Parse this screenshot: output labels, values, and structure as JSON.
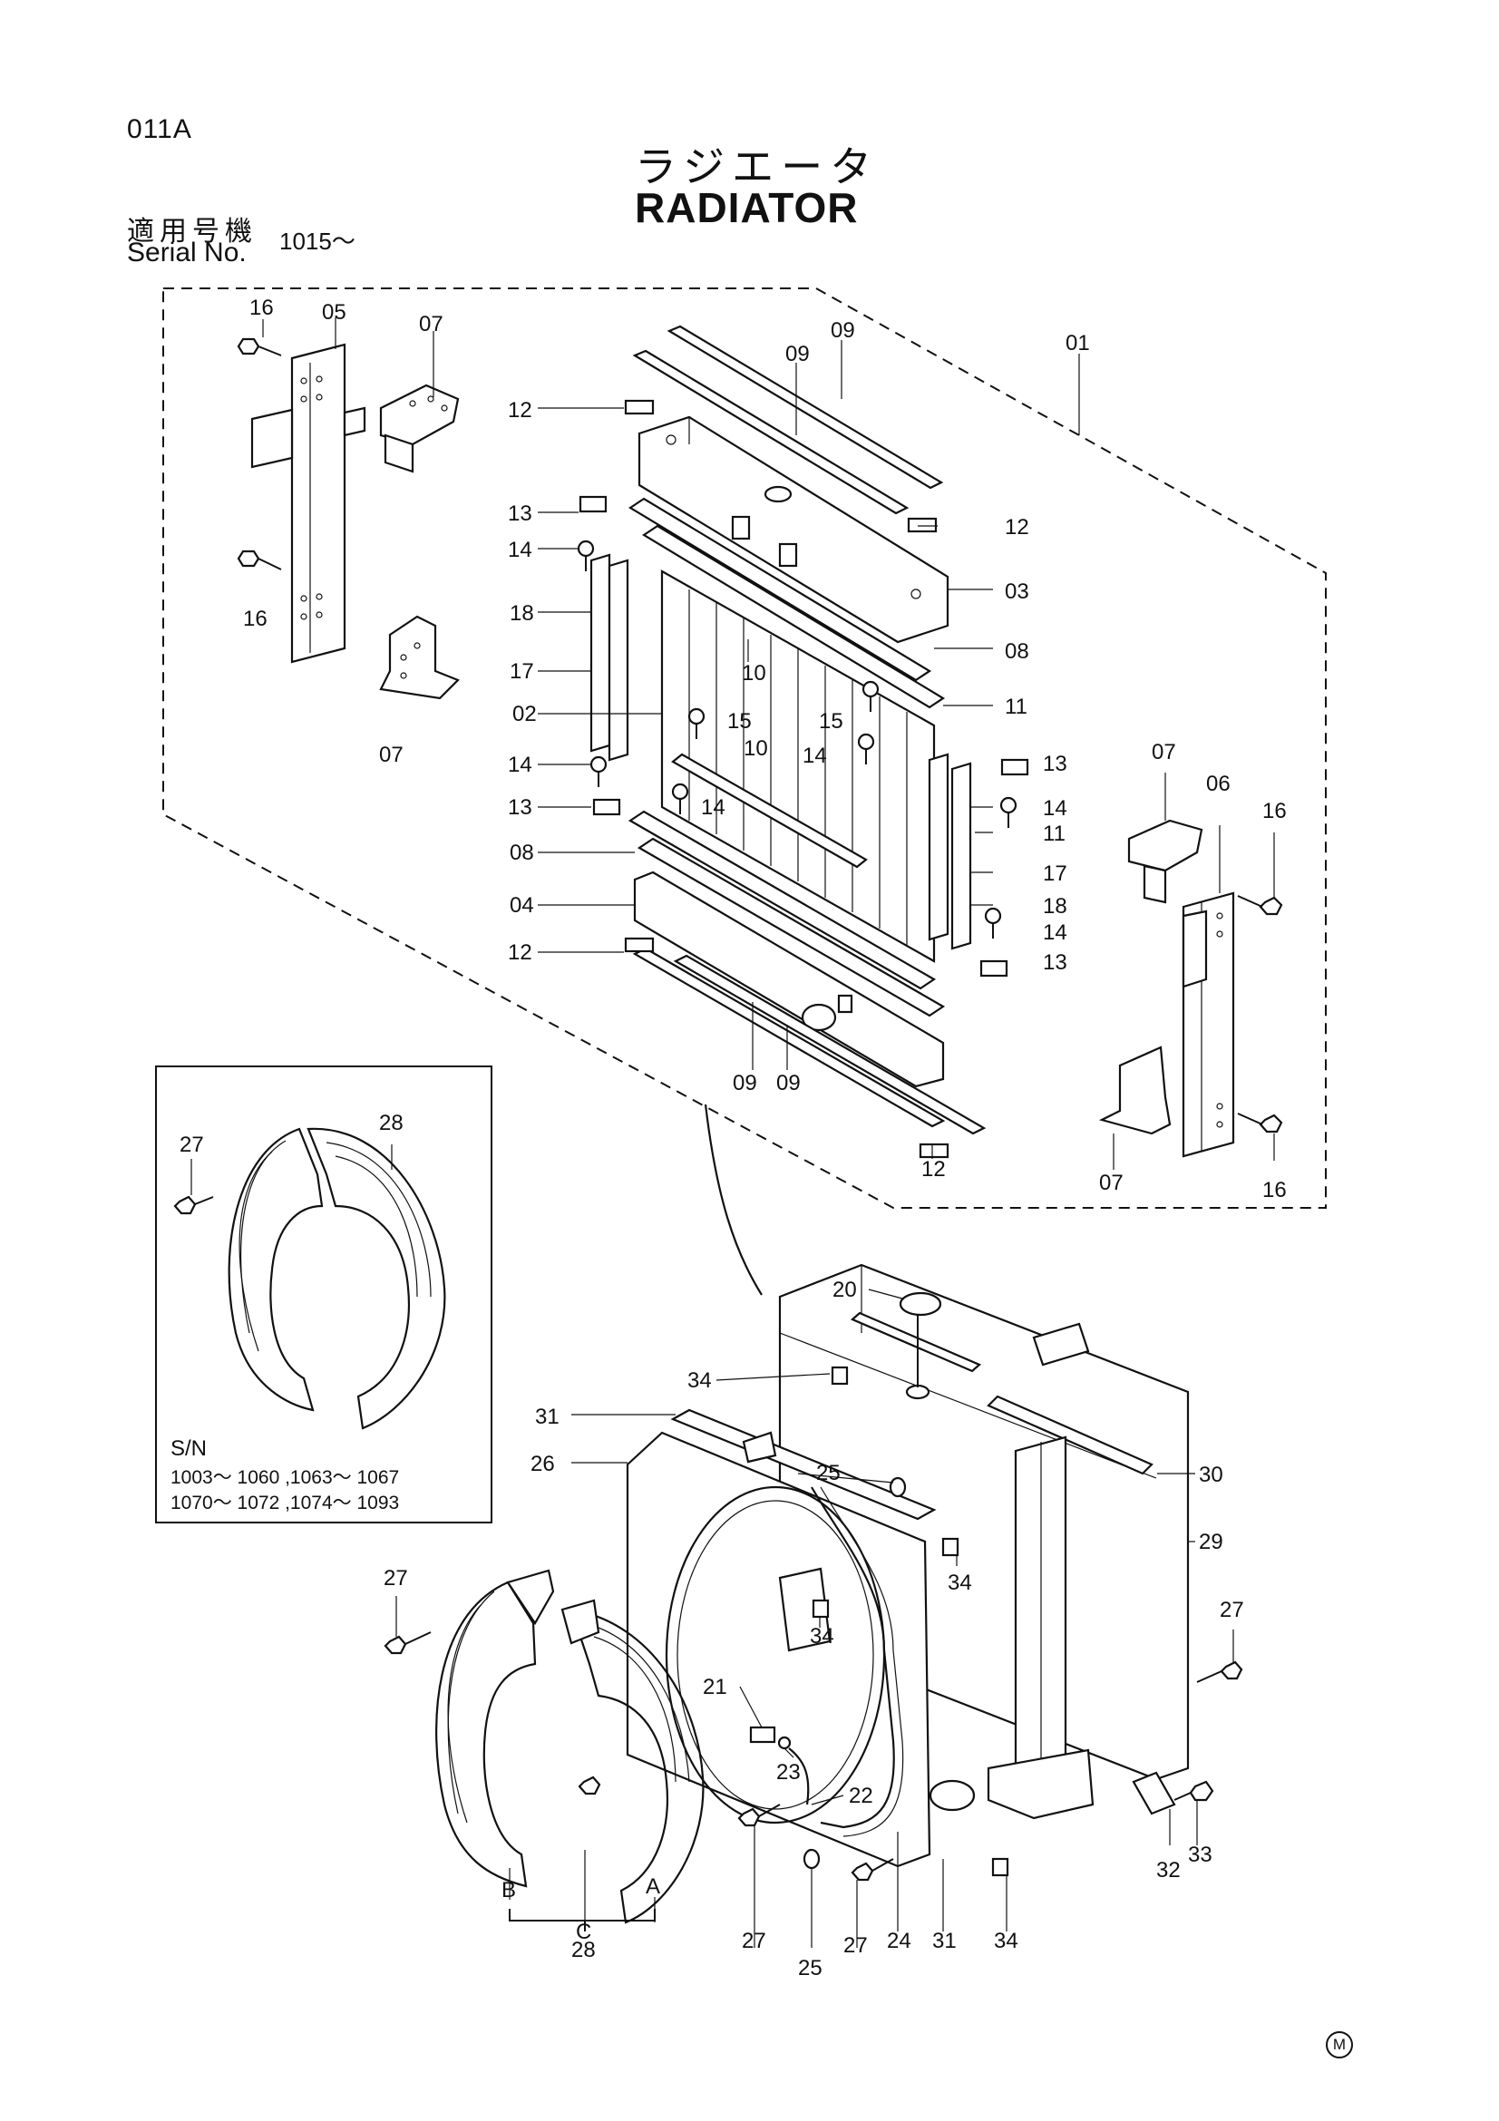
{
  "header": {
    "page_code": "011A",
    "title_ja": "ラジエータ",
    "title_en": "RADIATOR",
    "serial_label_ja": "適用号機",
    "serial_label_en": "Serial No.",
    "serial_value": "1015～"
  },
  "inset": {
    "sn_label": "S/N",
    "sn_line1": "1003～ 1060 ,1063～ 1067",
    "sn_line2": "1070～ 1072 ,1074～ 1093"
  },
  "footer_mark": "M",
  "callouts": {
    "c01": "01",
    "c02": "02",
    "c03": "03",
    "c04": "04",
    "c05": "05",
    "c06": "06",
    "c07a": "07",
    "c07b": "07",
    "c07c": "07",
    "c07d": "07",
    "c08a": "08",
    "c08b": "08",
    "c09a": "09",
    "c09b": "09",
    "c09c": "09",
    "c09d": "09",
    "c10a": "10",
    "c10b": "10",
    "c11a": "11",
    "c11b": "11",
    "c12a": "12",
    "c12b": "12",
    "c12c": "12",
    "c12d": "12",
    "c13a": "13",
    "c13b": "13",
    "c13c": "13",
    "c13d": "13",
    "c14a": "14",
    "c14b": "14",
    "c14c": "14",
    "c14d": "14",
    "c14e": "14",
    "c14f": "14",
    "c15a": "15",
    "c15b": "15",
    "c16a": "16",
    "c16b": "16",
    "c16c": "16",
    "c16d": "16",
    "c17a": "17",
    "c17b": "17",
    "c18a": "18",
    "c18b": "18",
    "c20": "20",
    "c21": "21",
    "c22": "22",
    "c23": "23",
    "c24": "24",
    "c25a": "25",
    "c25b": "25",
    "c26": "26",
    "c27a": "27",
    "c27b": "27",
    "c27c": "27",
    "c27d": "27",
    "c27e": "27",
    "c28a": "28",
    "c28b": "28",
    "c29": "29",
    "c30": "30",
    "c31a": "31",
    "c31b": "31",
    "c32": "32",
    "c33": "33",
    "c34a": "34",
    "c34b": "34",
    "c34c": "34",
    "c34d": "34",
    "cA": "A",
    "cB": "B",
    "cC": "C"
  }
}
